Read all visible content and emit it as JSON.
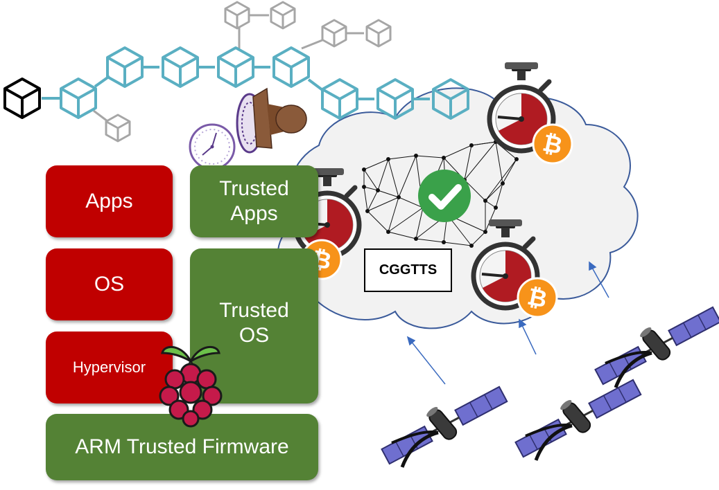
{
  "stack": {
    "apps": "Apps",
    "os": "OS",
    "hypervisor": "Hypervisor",
    "trusted_apps_line1": "Trusted",
    "trusted_apps_line2": "Apps",
    "trusted_os_line1": "Trusted",
    "trusted_os_line2": "OS",
    "firmware": "ARM Trusted Firmware"
  },
  "cloud": {
    "label": "CGGTTS"
  },
  "icons": {
    "blockchain": "cube-chain-icon",
    "stamp": "rubber-stamp-icon",
    "clock": "wall-clock-icon",
    "stopwatch": "stopwatch-icon",
    "bitcoin": "bitcoin-icon",
    "check": "checkmark-icon",
    "raspberry": "raspberry-pi-logo",
    "satellite": "satellite-icon",
    "network": "mesh-network-icon"
  },
  "colors": {
    "red": "#c00000",
    "green": "#548235",
    "chain_teal": "#5aafc2",
    "chain_gray": "#a6a6a6",
    "bitcoin_orange": "#f7931a",
    "check_green": "#3aa14a",
    "cloud_fill": "#f2f2f2",
    "cloud_stroke": "#3a5a9a"
  }
}
